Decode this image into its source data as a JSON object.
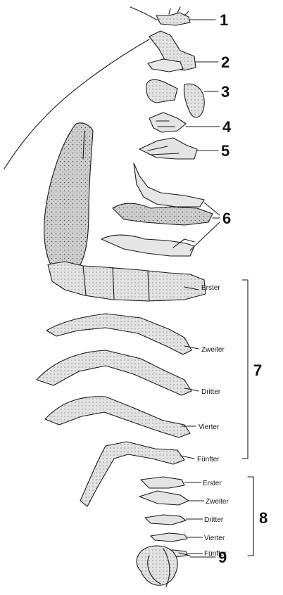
{
  "parts": [
    {
      "number": "1"
    },
    {
      "number": "2"
    },
    {
      "number": "3"
    },
    {
      "number": "4"
    },
    {
      "number": "5"
    },
    {
      "number": "6"
    },
    {
      "number": "7",
      "sublabels": [
        "Erster",
        "Zweiter",
        "Dritter",
        "Vierter",
        "Fünfter"
      ]
    },
    {
      "number": "8",
      "sublabels": [
        "Erster",
        "Zweiter",
        "Dritter",
        "Vierter",
        "Fünfter"
      ]
    },
    {
      "number": "9"
    }
  ],
  "colors": {
    "ink": "#1a1a1a",
    "shade": "#bdbdbd",
    "light": "#e6e6e6"
  }
}
